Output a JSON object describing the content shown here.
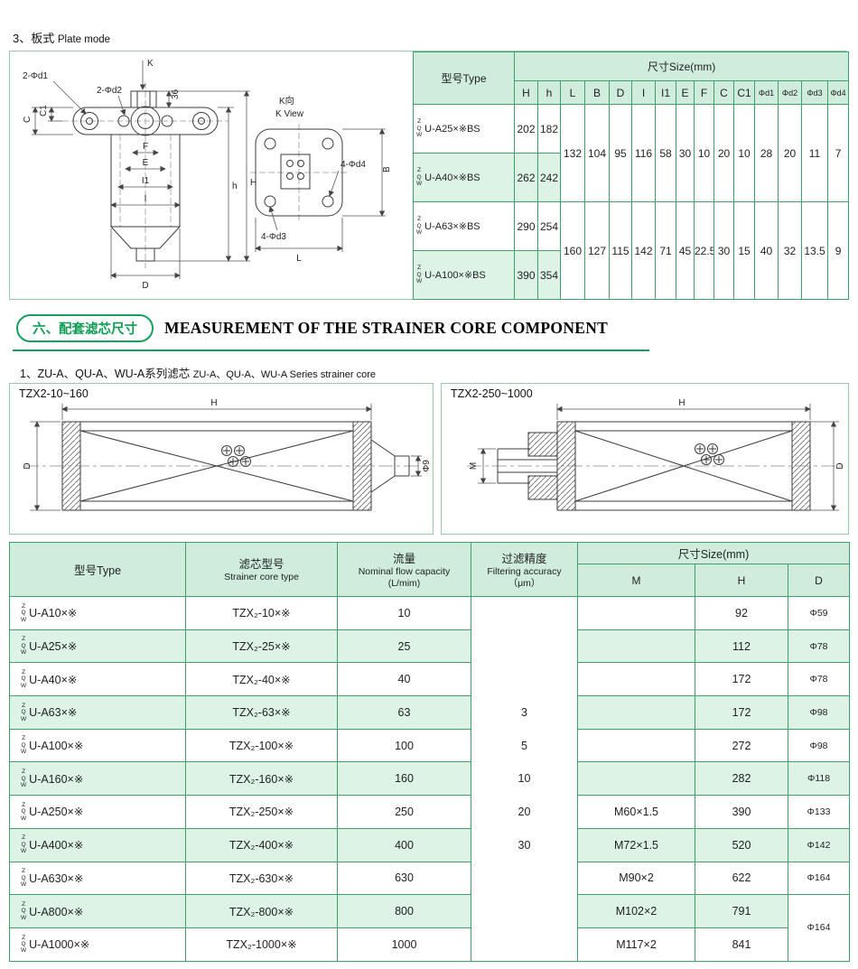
{
  "page": {
    "sec3_zh": "3、板式",
    "sec3_en": "Plate mode",
    "sec6_badge": "六、配套滤芯尺寸",
    "sec6_title": "MEASUREMENT OF THE STRAINER CORE COMPONENT",
    "series_zh": "1、ZU-A、QU-A、WU-A系列滤芯",
    "series_en": "ZU-A、QU-A、WU-A Series strainer core"
  },
  "colors": {
    "green_border": "#3fa06a",
    "green_fill_light": "#dcf3e6",
    "green_header": "#cfecdc",
    "green_accent": "#17a05c"
  },
  "prefix": {
    "stack": "Z\nQ\nW"
  },
  "plate_table": {
    "type_header": "型号Type",
    "size_header": "尺寸Size(mm)",
    "dims": [
      "H",
      "h",
      "L",
      "B",
      "D",
      "I",
      "I1",
      "E",
      "F",
      "C",
      "C1",
      "Φd1",
      "Φd2",
      "Φd3",
      "Φd4"
    ],
    "rows": [
      {
        "model": "U-A25×※BS",
        "H": "202",
        "h": "182"
      },
      {
        "model": "U-A40×※BS",
        "H": "262",
        "h": "242"
      },
      {
        "model": "U-A63×※BS",
        "H": "290",
        "h": "254"
      },
      {
        "model": "U-A100×※BS",
        "H": "390",
        "h": "354"
      }
    ],
    "group1": [
      "132",
      "104",
      "95",
      "116",
      "58",
      "30",
      "10",
      "20",
      "10",
      "28",
      "20",
      "11",
      "7"
    ],
    "group2": [
      "160",
      "127",
      "115",
      "142",
      "71",
      "45",
      "22.5",
      "30",
      "15",
      "40",
      "32",
      "13.5",
      "9"
    ]
  },
  "plate_drawing": {
    "labels": {
      "k": "K",
      "d1": "2-Φd1",
      "d2": "2-Φd2",
      "dim36": "36",
      "c1": "C1",
      "c": "C",
      "f": "F",
      "e": "E",
      "i1": "I1",
      "i": "I",
      "h_small": "h",
      "h_cap": "H",
      "d_cap": "D",
      "kview_zh": "K向",
      "kview_en": "K View",
      "d4": "4-Φd4",
      "d3": "4-Φd3",
      "b": "B",
      "l": "L"
    }
  },
  "core_drawings": {
    "left_title": "TZX2-10~160",
    "right_title": "TZX2-250~1000",
    "left": {
      "h": "H",
      "d": "D",
      "phi9": "Φ9"
    },
    "right": {
      "h": "H",
      "m": "M",
      "d": "D"
    }
  },
  "core_table": {
    "headers": {
      "type": "型号Type",
      "core_zh": "滤芯型号",
      "core_en": "Strainer core type",
      "flow_zh": "流量",
      "flow_en": "Nominal flow capacity",
      "flow_unit": "(L/mim)",
      "acc_zh": "过滤精度",
      "acc_en": "Filtering accuracy",
      "acc_unit": "（μm）",
      "size": "尺寸Size(mm)",
      "m": "M",
      "h": "H",
      "d": "D"
    },
    "accuracy": [
      "3",
      "5",
      "10",
      "20",
      "30"
    ],
    "rows": [
      {
        "model": "U-A10×※",
        "core": "TZX₂-10×※",
        "flow": "10",
        "m": "",
        "h": "92",
        "d": "Φ59"
      },
      {
        "model": "U-A25×※",
        "core": "TZX₂-25×※",
        "flow": "25",
        "m": "",
        "h": "112",
        "d": "Φ78"
      },
      {
        "model": "U-A40×※",
        "core": "TZX₂-40×※",
        "flow": "40",
        "m": "",
        "h": "172",
        "d": "Φ78"
      },
      {
        "model": "U-A63×※",
        "core": "TZX₂-63×※",
        "flow": "63",
        "m": "",
        "h": "172",
        "d": "Φ98"
      },
      {
        "model": "U-A100×※",
        "core": "TZX₂-100×※",
        "flow": "100",
        "m": "",
        "h": "272",
        "d": "Φ98"
      },
      {
        "model": "U-A160×※",
        "core": "TZX₂-160×※",
        "flow": "160",
        "m": "",
        "h": "282",
        "d": "Φ118"
      },
      {
        "model": "U-A250×※",
        "core": "TZX₂-250×※",
        "flow": "250",
        "m": "M60×1.5",
        "h": "390",
        "d": "Φ133"
      },
      {
        "model": "U-A400×※",
        "core": "TZX₂-400×※",
        "flow": "400",
        "m": "M72×1.5",
        "h": "520",
        "d": "Φ142"
      },
      {
        "model": "U-A630×※",
        "core": "TZX₂-630×※",
        "flow": "630",
        "m": "M90×2",
        "h": "622",
        "d": "Φ164"
      },
      {
        "model": "U-A800×※",
        "core": "TZX₂-800×※",
        "flow": "800",
        "m": "M102×2",
        "h": "791",
        "d": "Φ164"
      },
      {
        "model": "U-A1000×※",
        "core": "TZX₂-1000×※",
        "flow": "1000",
        "m": "M117×2",
        "h": "841"
      }
    ]
  }
}
